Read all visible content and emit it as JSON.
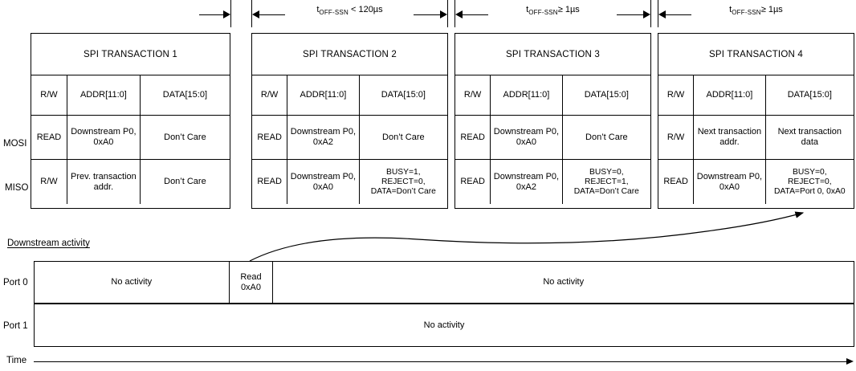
{
  "timing": {
    "gaps": [
      {
        "label_html": "",
        "label_text": "",
        "has_label": false
      },
      {
        "label_text": "t<sub>OFF-SSN</sub> < 120µs",
        "plain": "tOFF-SSN < 120µs"
      },
      {
        "label_text": "t<sub>OFF-SSN</sub>≥  1µs",
        "plain": "tOFF-SSN ≥ 1µs"
      },
      {
        "label_text": "t<sub>OFF-SSN</sub>≥  1µs",
        "plain": "tOFF-SSN ≥ 1µs"
      }
    ],
    "timing_label_1": "t",
    "timing_sub": "OFF-SSN",
    "timing_cond_1": " < 120µs",
    "timing_cond_2": "≥  1µs",
    "timing_cond_3": "≥  1µs"
  },
  "signal_labels": {
    "mosi": "MOSI",
    "miso": "MISO"
  },
  "column_headers": {
    "rw": "R/W",
    "addr": "ADDR[11:0]",
    "data": "DATA[15:0]"
  },
  "transactions": [
    {
      "title": "SPI TRANSACTION 1",
      "mosi": {
        "rw": "READ",
        "addr": "Downstream P0,\n0xA0",
        "data": "Don’t Care"
      },
      "miso": {
        "rw": "R/W",
        "addr": "Prev. transaction\naddr.",
        "data": "Don’t Care"
      }
    },
    {
      "title": "SPI TRANSACTION 2",
      "mosi": {
        "rw": "READ",
        "addr": "Downstream P0,\n0xA2",
        "data": "Don’t Care"
      },
      "miso": {
        "rw": "READ",
        "addr": "Downstream P0,\n0xA0",
        "data": "BUSY=1,\nREJECT=0,\nDATA=Don’t Care"
      }
    },
    {
      "title": "SPI TRANSACTION 3",
      "mosi": {
        "rw": "READ",
        "addr": "Downstream P0,\n0xA0",
        "data": "Don’t Care"
      },
      "miso": {
        "rw": "READ",
        "addr": "Downstream P0,\n0xA2",
        "data": "BUSY=0,\nREJECT=1,\nDATA=Don’t Care"
      }
    },
    {
      "title": "SPI TRANSACTION 4",
      "mosi": {
        "rw": "R/W",
        "addr": "Next transaction\naddr.",
        "data": "Next transaction\ndata"
      },
      "miso": {
        "rw": "READ",
        "addr": "Downstream P0,\n0xA0",
        "data": "BUSY=0,\nREJECT=0,\nDATA=Port 0, 0xA0"
      }
    }
  ],
  "downstream": {
    "section_title": "Downstream activity",
    "port0_label": "Port 0",
    "port1_label": "Port 1",
    "port0_segments": [
      {
        "text": "No activity"
      },
      {
        "text": "Read\n0xA0"
      },
      {
        "text": "No activity"
      }
    ],
    "port1_segments": [
      {
        "text": "No activity"
      }
    ]
  },
  "axis": {
    "time_label": "Time"
  }
}
